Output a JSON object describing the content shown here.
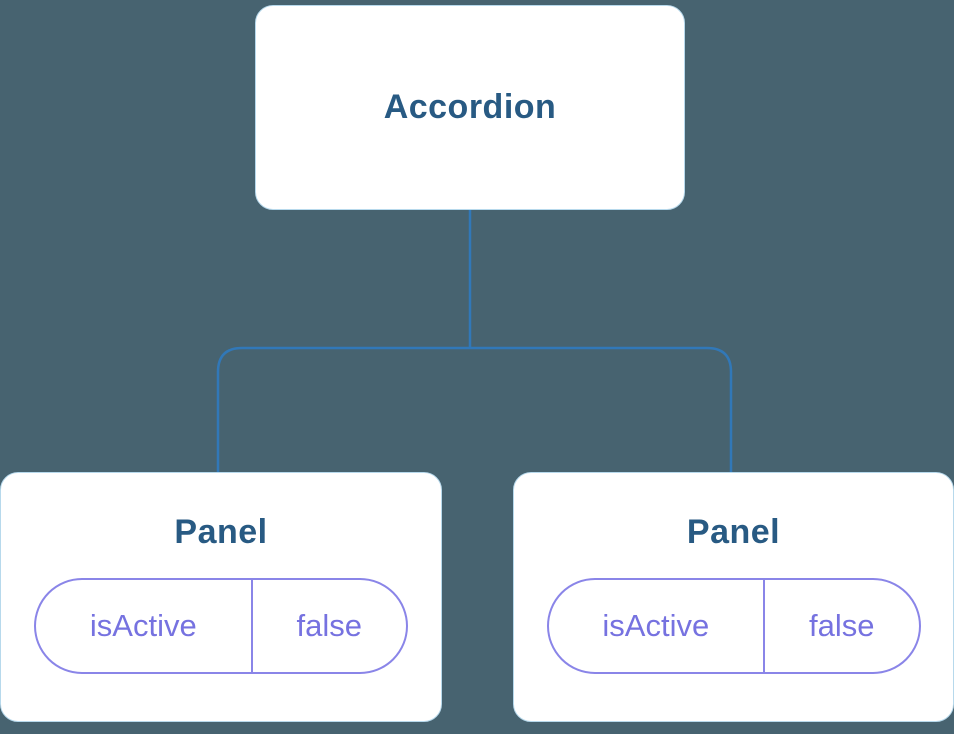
{
  "diagram": {
    "root": {
      "label": "Accordion"
    },
    "panels": [
      {
        "label": "Panel",
        "prop": {
          "key": "isActive",
          "value": "false"
        }
      },
      {
        "label": "Panel",
        "prop": {
          "key": "isActive",
          "value": "false"
        }
      }
    ],
    "colors": {
      "background": "#476370",
      "node_fill": "#ffffff",
      "node_text": "#285a83",
      "connector": "#3178b8",
      "box_border": "#b7d9ec",
      "prop_border": "#8a85e8",
      "prop_text": "#7672e0"
    }
  }
}
